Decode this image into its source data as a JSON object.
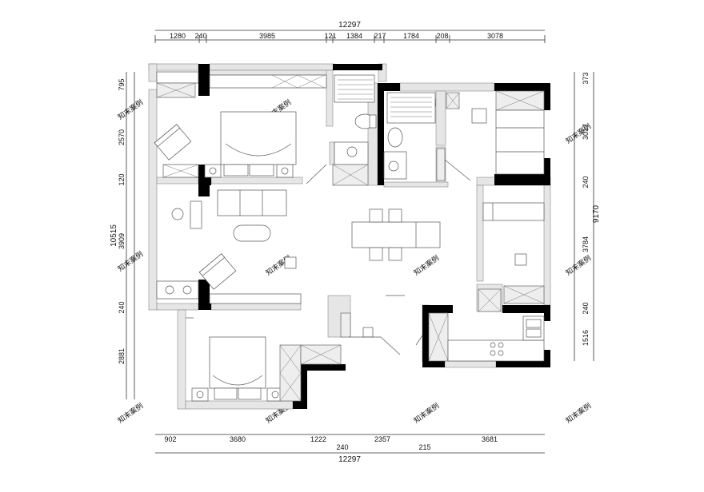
{
  "dimensions": {
    "top_total": "12297",
    "top_segments": [
      "1280",
      "240",
      "3985",
      "121",
      "1384",
      "217",
      "1784",
      "208",
      "3078"
    ],
    "bottom_segments": [
      "902",
      "3680",
      "1222",
      "2357",
      "3681"
    ],
    "bottom_sub": [
      "240",
      "215"
    ],
    "bottom_total": "12297",
    "left_segments": [
      "795",
      "2570",
      "120",
      "3909",
      "240",
      "2881"
    ],
    "left_total": "10515",
    "right_segments": [
      "373",
      "3017",
      "240",
      "3784",
      "240",
      "1516"
    ],
    "right_total": "9170"
  },
  "watermark": "知末案例",
  "colors": {
    "wall": "#000000",
    "partition": "#e6e6e6",
    "line": "#333333"
  }
}
